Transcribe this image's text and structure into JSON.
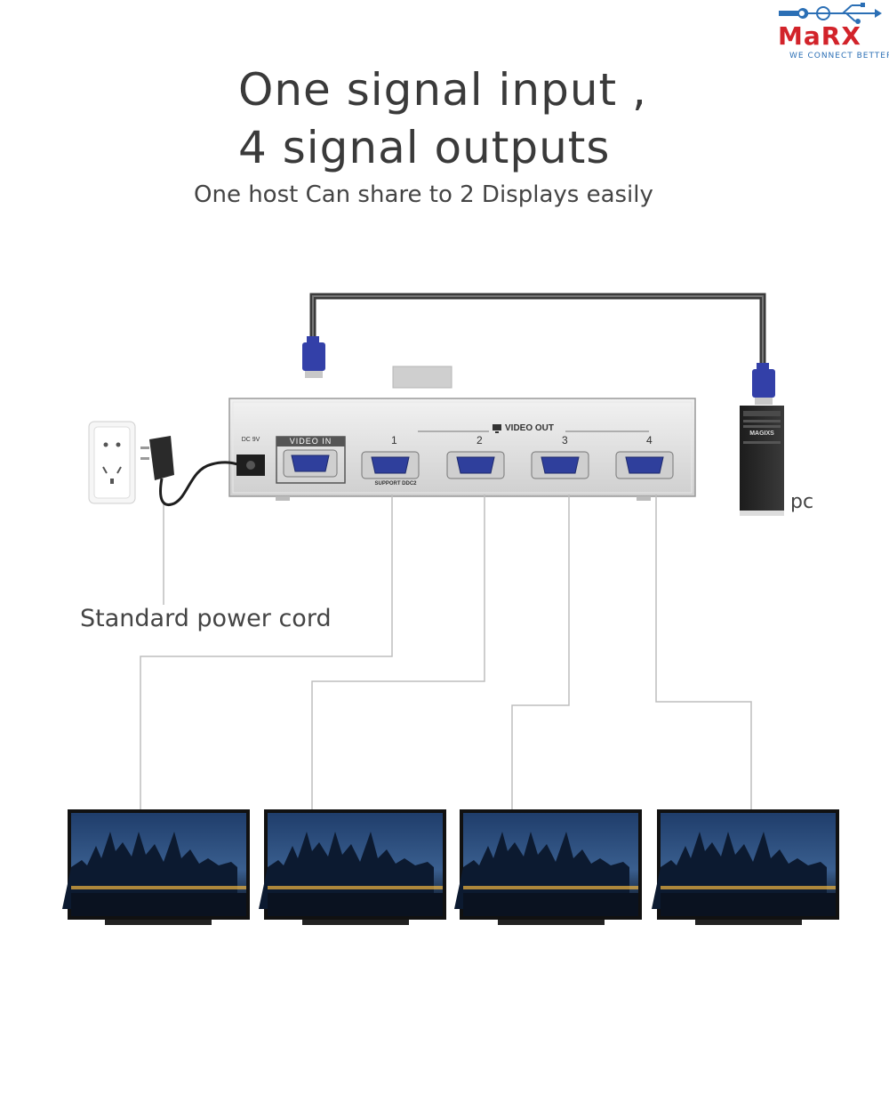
{
  "logo": {
    "name": "MaRX",
    "tagline": "WE CONNECT BETTER",
    "colors": {
      "wordmark": "#d2232a",
      "icon": "#2b6fb5"
    }
  },
  "heading": {
    "line1": "One signal input ,",
    "line2": "4 signal outputs",
    "subtitle": "One host Can share to 2 Displays easily"
  },
  "splitter": {
    "input_label": "VIDEO IN",
    "output_label": "VIDEO OUT",
    "port_numbers": [
      "1",
      "2",
      "3",
      "4"
    ],
    "port1_note": "SUPPORT DDC2",
    "dc_label": "DC 9V"
  },
  "labels": {
    "power_cord": "Standard power cord",
    "pc": "pc",
    "pc_badge": "MAGIXS"
  },
  "colors": {
    "vga_blue": "#3340a8",
    "cable": "#4a4a4a",
    "lead_line": "#bdbdbd"
  },
  "icons": [
    "wrench-usb-icon",
    "wall-socket-icon",
    "power-adapter-icon",
    "vga-connector-icon",
    "monitor-icon",
    "pc-tower-icon"
  ]
}
